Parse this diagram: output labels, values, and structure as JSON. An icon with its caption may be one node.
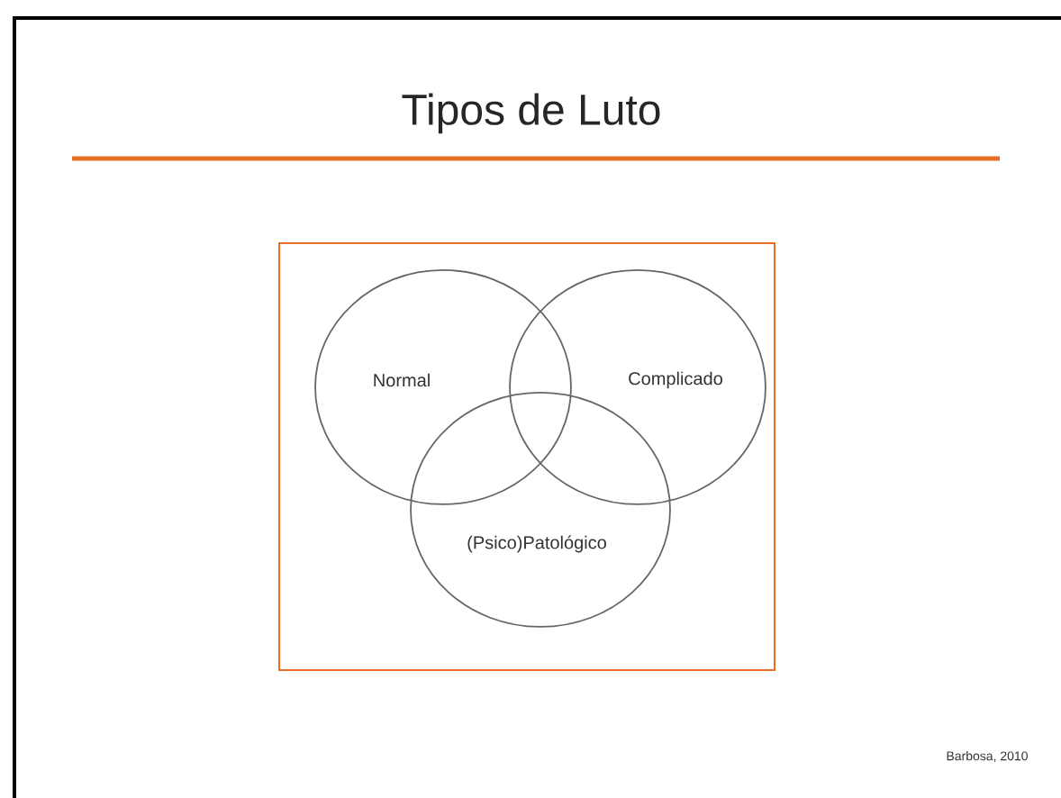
{
  "diagram": {
    "title": "Tipos de Luto",
    "nodes": [
      {
        "text": [],
        "shape": "box"
      },
      {
        "text": [
          "Normal"
        ],
        "in": 0
      },
      {
        "text": [
          "Complicado"
        ],
        "in": 0
      },
      {
        "text": [
          "(Psico)Patológico"
        ],
        "in": 0
      }
    ],
    "labels": [
      "Barbosa, 2010"
    ]
  }
}
